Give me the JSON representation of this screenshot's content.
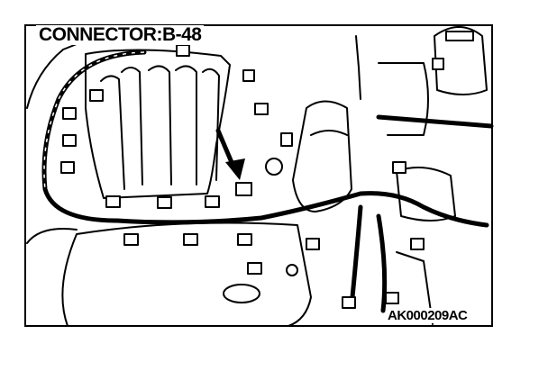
{
  "diagram": {
    "title": "CONNECTOR:B-48",
    "figure_code": "AK000209AC",
    "colors": {
      "ink": "#000000",
      "paper": "#ffffff"
    },
    "connectors_upper": 4,
    "connectors_lower": 3
  }
}
